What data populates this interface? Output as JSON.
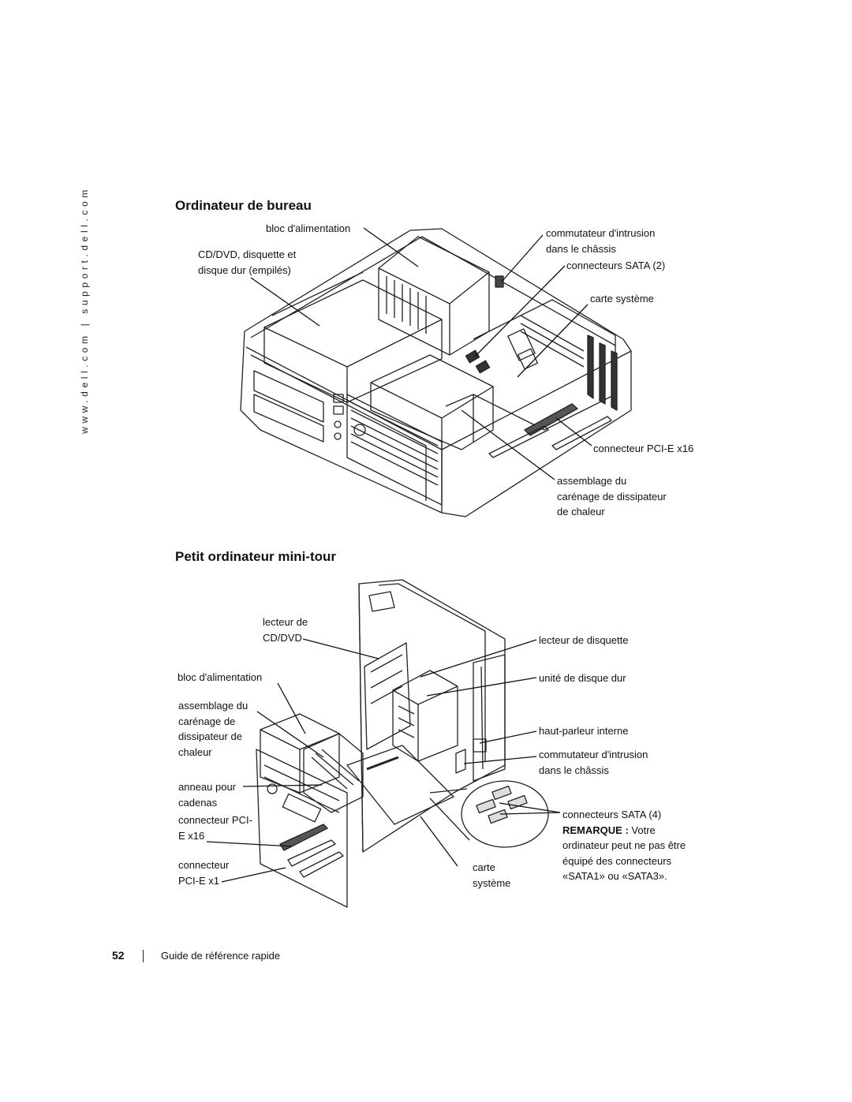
{
  "sidebar": {
    "url": "www.dell.com | support.dell.com"
  },
  "desktop": {
    "title": "Ordinateur de bureau",
    "labels": {
      "psu": "bloc d'alimentation",
      "drives": [
        "CD/DVD, disquette et",
        "disque dur (empilés)"
      ],
      "intrusion": [
        "commutateur d'intrusion",
        "dans le châssis"
      ],
      "sata": "connecteurs SATA (2)",
      "board": "carte système",
      "pcie": "connecteur PCI-E x16",
      "heatsink": [
        "assemblage du",
        "carénage de dissipateur",
        "de chaleur"
      ]
    }
  },
  "minitower": {
    "title": "Petit ordinateur mini-tour",
    "labels": {
      "cddvd": [
        "lecteur de",
        "CD/DVD"
      ],
      "psu": "bloc d'alimentation",
      "heatsink": [
        "assemblage du",
        "carénage de",
        "dissipateur de",
        "chaleur"
      ],
      "padlock": [
        "anneau pour",
        "cadenas"
      ],
      "pcie16": [
        "connecteur PCI-",
        "E x16"
      ],
      "pcie1": [
        "connecteur",
        "PCI-E x1"
      ],
      "floppy": "lecteur de disquette",
      "hdd": "unité de disque dur",
      "speaker": "haut-parleur interne",
      "intrusion": [
        "commutateur d'intrusion",
        "dans le châssis"
      ],
      "sata": "connecteurs SATA (4)",
      "note_label": "REMARQUE :",
      "note_text": [
        " Votre",
        "ordinateur peut ne pas être",
        "équipé des connecteurs",
        "«SATA1» ou «SATA3»."
      ],
      "board": [
        "carte",
        "système"
      ]
    }
  },
  "footer": {
    "page_number": "52",
    "doc_title": "Guide de référence rapide"
  }
}
